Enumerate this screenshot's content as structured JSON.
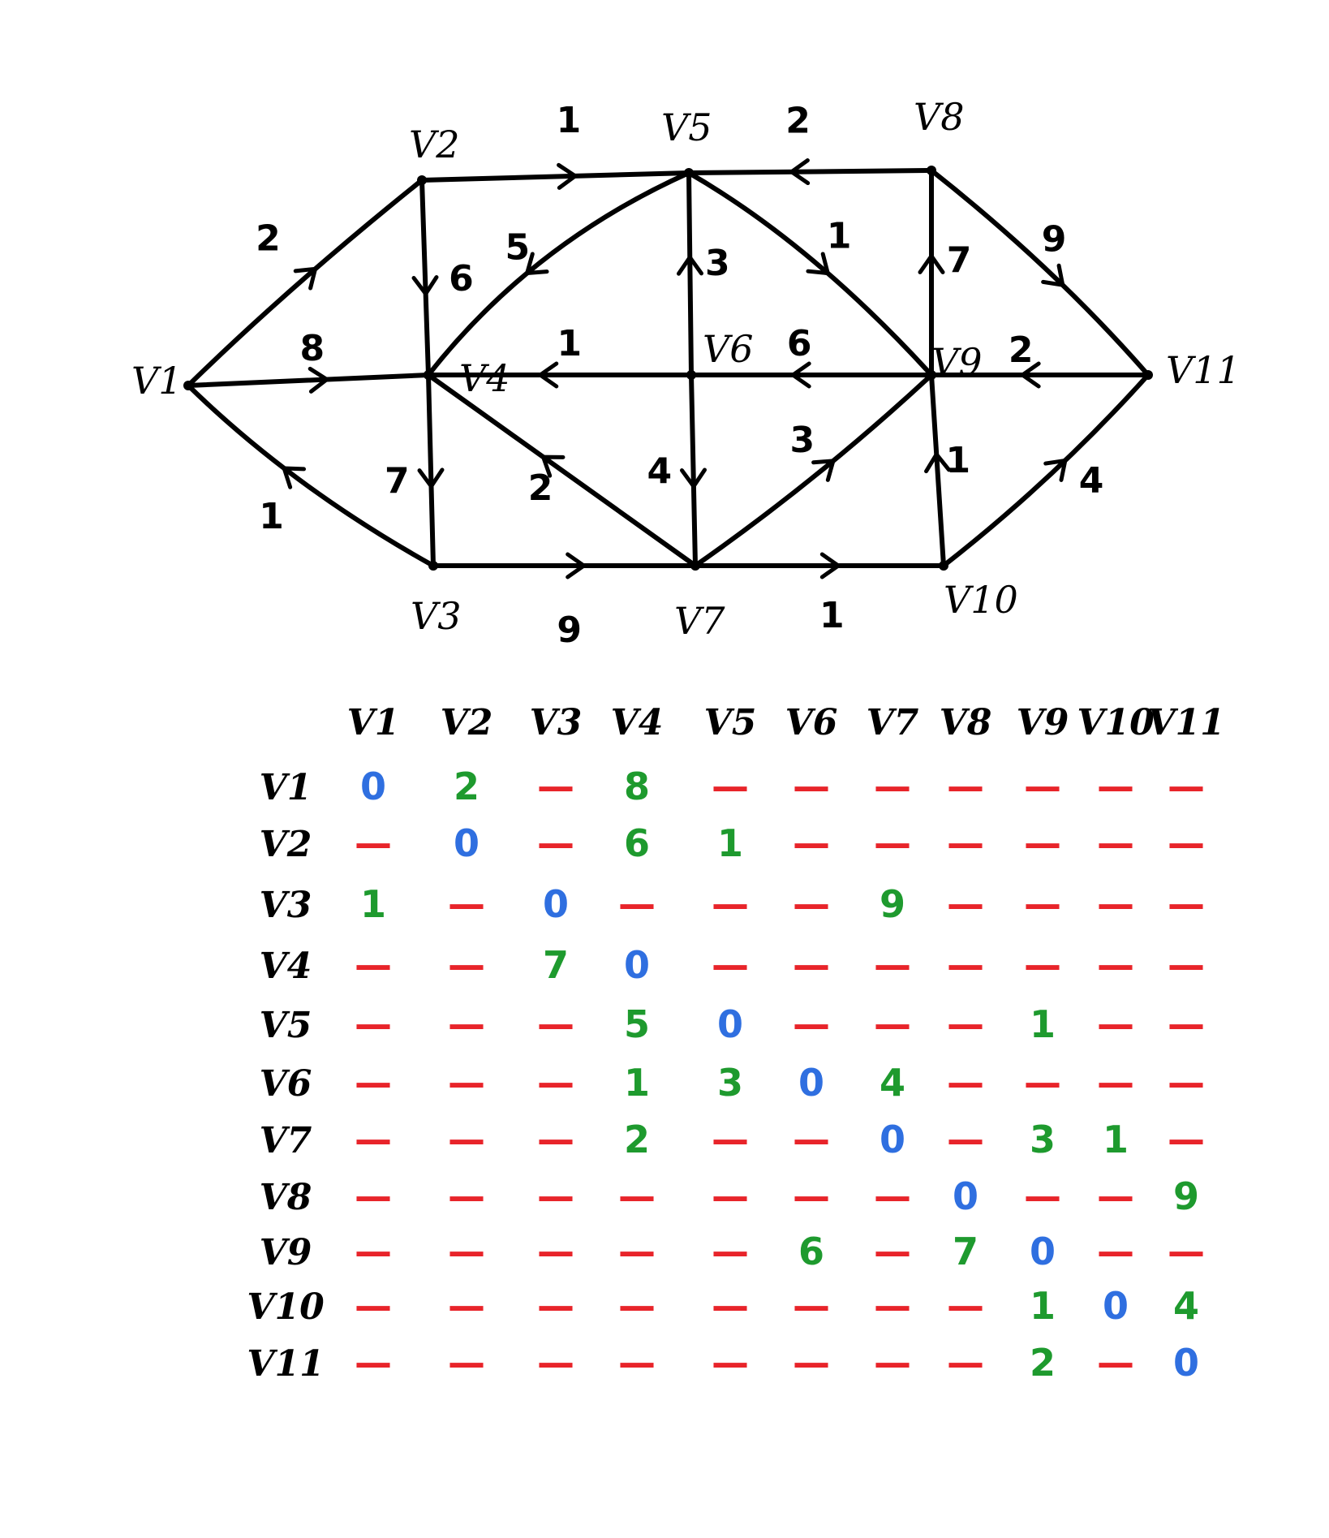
{
  "colors": {
    "ink": "#000000",
    "zero": "#2f6fe0",
    "value": "#1e9a2e",
    "dash": "#e8242a"
  },
  "nodes": [
    {
      "id": "v1",
      "label": "V1"
    },
    {
      "id": "v2",
      "label": "V2"
    },
    {
      "id": "v3",
      "label": "V3"
    },
    {
      "id": "v4",
      "label": "V4"
    },
    {
      "id": "v5",
      "label": "V5"
    },
    {
      "id": "v6",
      "label": "V6"
    },
    {
      "id": "v7",
      "label": "V7"
    },
    {
      "id": "v8",
      "label": "V8"
    },
    {
      "id": "v9",
      "label": "V9"
    },
    {
      "id": "v10",
      "label": "V10"
    },
    {
      "id": "v11",
      "label": "V11"
    }
  ],
  "edges": [
    {
      "from": "v1",
      "to": "v2",
      "weight": "2"
    },
    {
      "from": "v1",
      "to": "v4",
      "weight": "8"
    },
    {
      "from": "v3",
      "to": "v1",
      "weight": "1"
    },
    {
      "from": "v2",
      "to": "v5",
      "weight": "1"
    },
    {
      "from": "v2",
      "to": "v4",
      "weight": "6"
    },
    {
      "from": "v4",
      "to": "v3",
      "weight": "7"
    },
    {
      "from": "v5",
      "to": "v4",
      "weight": "5"
    },
    {
      "from": "v6",
      "to": "v4",
      "weight": "1"
    },
    {
      "from": "v7",
      "to": "v4",
      "weight": "2"
    },
    {
      "from": "v6",
      "to": "v5",
      "weight": "3"
    },
    {
      "from": "v8",
      "to": "v5",
      "weight": "2"
    },
    {
      "from": "v5",
      "to": "v9",
      "weight": "1"
    },
    {
      "from": "v9",
      "to": "v6",
      "weight": "6"
    },
    {
      "from": "v6",
      "to": "v7",
      "weight": "4"
    },
    {
      "from": "v3",
      "to": "v7",
      "weight": "9"
    },
    {
      "from": "v7",
      "to": "v9",
      "weight": "3"
    },
    {
      "from": "v7",
      "to": "v10",
      "weight": "1"
    },
    {
      "from": "v9",
      "to": "v8",
      "weight": "7"
    },
    {
      "from": "v8",
      "to": "v11",
      "weight": "9"
    },
    {
      "from": "v11",
      "to": "v9",
      "weight": "2"
    },
    {
      "from": "v10",
      "to": "v9",
      "weight": "1"
    },
    {
      "from": "v10",
      "to": "v11",
      "weight": "4"
    }
  ],
  "matrix": {
    "headers": [
      "V1",
      "V2",
      "V3",
      "V4",
      "V5",
      "V6",
      "V7",
      "V8",
      "V9",
      "V10",
      "V11"
    ],
    "rows": [
      {
        "label": "V1",
        "cells": [
          "0",
          "2",
          "—",
          "8",
          "—",
          "—",
          "—",
          "—",
          "—",
          "—",
          "—"
        ]
      },
      {
        "label": "V2",
        "cells": [
          "—",
          "0",
          "—",
          "6",
          "1",
          "—",
          "—",
          "—",
          "—",
          "—",
          "—"
        ]
      },
      {
        "label": "V3",
        "cells": [
          "1",
          "—",
          "0",
          "—",
          "—",
          "—",
          "9",
          "—",
          "—",
          "—",
          "—"
        ]
      },
      {
        "label": "V4",
        "cells": [
          "—",
          "—",
          "7",
          "0",
          "—",
          "—",
          "—",
          "—",
          "—",
          "—",
          "—"
        ]
      },
      {
        "label": "V5",
        "cells": [
          "—",
          "—",
          "—",
          "5",
          "0",
          "—",
          "—",
          "—",
          "1",
          "—",
          "—"
        ]
      },
      {
        "label": "V6",
        "cells": [
          "—",
          "—",
          "—",
          "1",
          "3",
          "0",
          "4",
          "—",
          "—",
          "—",
          "—"
        ]
      },
      {
        "label": "V7",
        "cells": [
          "—",
          "—",
          "—",
          "2",
          "—",
          "—",
          "0",
          "—",
          "3",
          "1",
          "—"
        ]
      },
      {
        "label": "V8",
        "cells": [
          "—",
          "—",
          "—",
          "—",
          "—",
          "—",
          "—",
          "0",
          "—",
          "—",
          "9"
        ]
      },
      {
        "label": "V9",
        "cells": [
          "—",
          "—",
          "—",
          "—",
          "—",
          "6",
          "—",
          "7",
          "0",
          "—",
          "—"
        ]
      },
      {
        "label": "V10",
        "cells": [
          "—",
          "—",
          "—",
          "—",
          "—",
          "—",
          "—",
          "—",
          "1",
          "0",
          "4"
        ]
      },
      {
        "label": "V11",
        "cells": [
          "—",
          "—",
          "—",
          "—",
          "—",
          "—",
          "—",
          "—",
          "2",
          "—",
          "0"
        ]
      }
    ]
  }
}
